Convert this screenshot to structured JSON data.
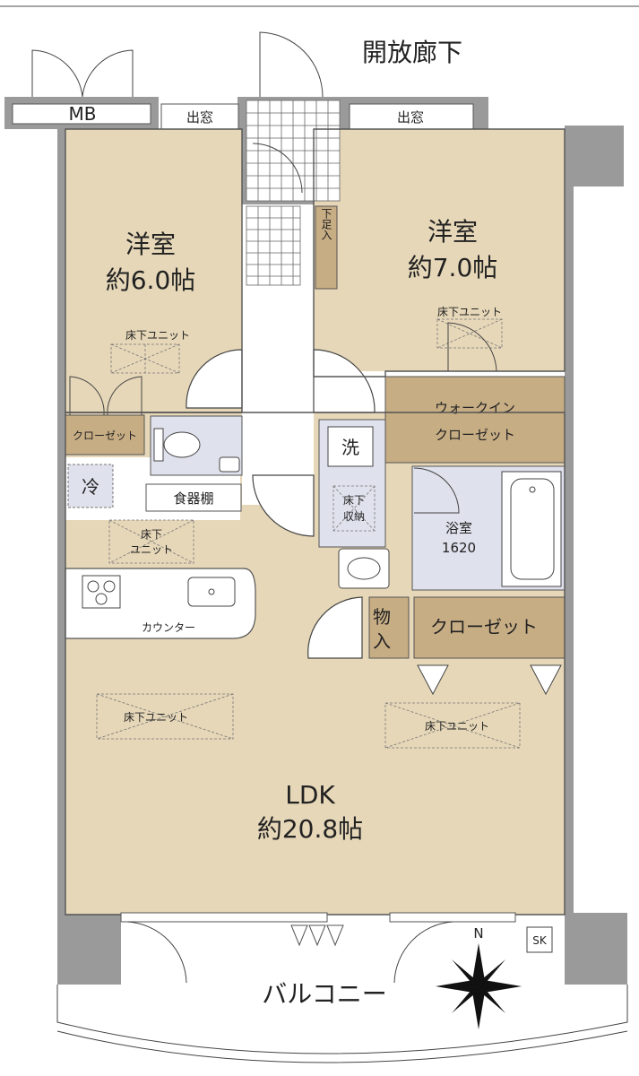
{
  "labels": {
    "corridor": "開放廊下",
    "mb": "MB",
    "window_left": "出窓",
    "window_right": "出窓",
    "room_western_left_name": "洋室",
    "room_western_left_size": "約6.0帖",
    "room_western_right_name": "洋室",
    "room_western_right_size": "約7.0帖",
    "shoe_storage": "下足入",
    "underfloor_left": "床下ユニット",
    "underfloor_right": "床下ユニット",
    "walk_in_closet_1": "ウォークイン",
    "walk_in_closet_2": "クローゼット",
    "closet_small": "クローゼット",
    "fridge": "冷",
    "washer": "洗",
    "dish_shelf": "食器棚",
    "underfloor_kitchen_1": "床下",
    "underfloor_kitchen_2": "ユニット",
    "underfloor_storage_1": "床下",
    "underfloor_storage_2": "収納",
    "bathroom_name": "浴室",
    "bathroom_size": "1620",
    "counter": "カウンター",
    "storage_1": "物",
    "storage_2": "入",
    "closet_large": "クローゼット",
    "underfloor_ldk_left": "床下ユニット",
    "underfloor_ldk_right": "床下ユニット",
    "ldk_name": "LDK",
    "ldk_size": "約20.8帖",
    "sk": "SK",
    "north": "N",
    "balcony": "バルコニー"
  },
  "colors": {
    "room_fill": "#e6d7b8",
    "wet_area_fill": "#dfe1ec",
    "closet_fill": "#c7ad84",
    "wall_fill": "#9a9a9a"
  },
  "icons": [
    "compass-icon",
    "toilet-icon",
    "stove-icon",
    "sink-icon",
    "bathtub-icon",
    "washbasin-icon",
    "door-swing-icon"
  ]
}
